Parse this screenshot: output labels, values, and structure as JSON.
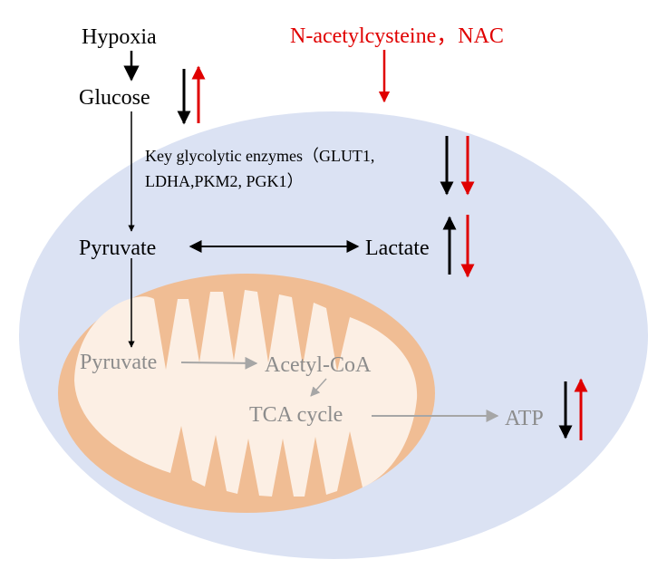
{
  "labels": {
    "hypoxia": "Hypoxia",
    "glucose": "Glucose",
    "nac": "N-acetylcysteine，NAC",
    "enzymes_line1": "Key glycolytic enzymes（GLUT1,",
    "enzymes_line2": "LDHA,PKM2, PGK1）",
    "pyruvate_cell": "Pyruvate",
    "lactate": "Lactate",
    "pyruvate_mito": "Pyruvate",
    "acetyl_coa": "Acetyl-CoA",
    "tca_cycle": "TCA cycle",
    "atp": "ATP"
  },
  "colors": {
    "cell": "#dbe2f3",
    "mitochondrion_outer": "#f0bd94",
    "mitochondrion_inner": "#fcefe4",
    "black_arrow": "#000000",
    "red_arrow": "#e00000",
    "nac_text": "#e00000",
    "grey_flow": "#a6a6a6",
    "grey_text": "#8c8c8c"
  }
}
